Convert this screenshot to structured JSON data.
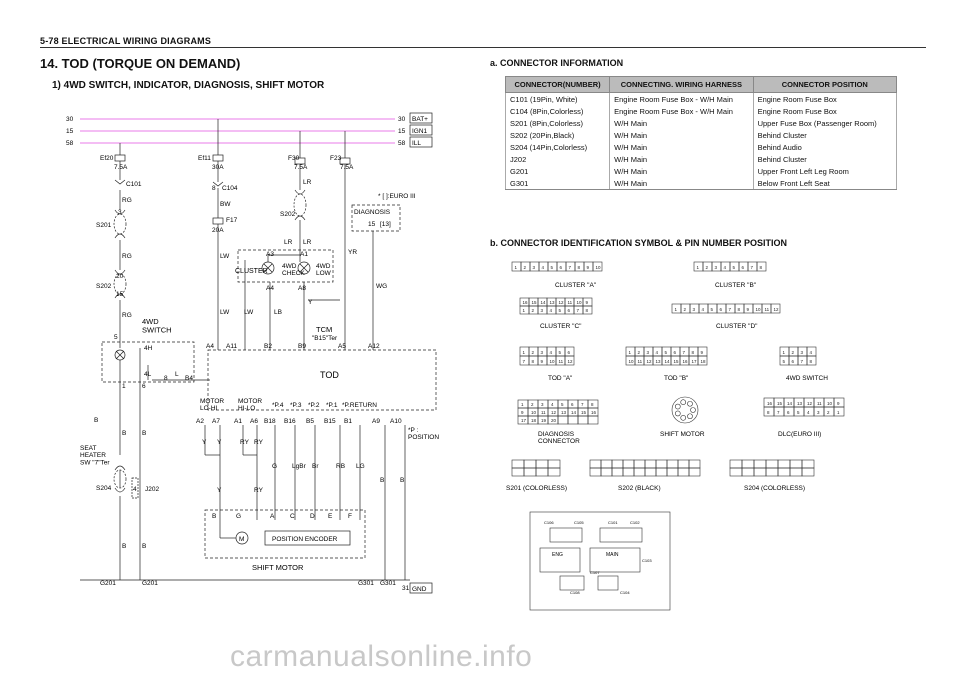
{
  "page_header": "5-78  ELECTRICAL WIRING DIAGRAMS",
  "section_title": "14.  TOD (TORQUE ON DEMAND)",
  "subtitle": "1)  4WD SWITCH, INDICATOR, DIAGNOSIS, SHIFT MOTOR",
  "power_lines": [
    {
      "num": "30",
      "name": "BAT+"
    },
    {
      "num": "15",
      "name": "IGN1"
    },
    {
      "num": "58",
      "name": "ILL"
    }
  ],
  "wiring": {
    "fuses": {
      "ef20": "Ef20",
      "ef20_amp": "7.5A",
      "ef11": "Ef11",
      "ef11_amp": "30A",
      "f17": "F17",
      "f17_amp": "20A",
      "f30": "F30",
      "f30_amp": "7.5A",
      "f23": "F23",
      "f23_amp": "7.5A"
    },
    "connectors": {
      "c101": "C101",
      "c104": "C104",
      "c104_pin": "8",
      "s201": "S201",
      "s202": "S202",
      "s202b": "S202",
      "s204": "S204",
      "j202": "J202",
      "pin_s201": "3",
      "pin_s202a": "20",
      "pin_s202b": "15",
      "pin_j202": "4"
    },
    "wire_colors": {
      "rg1": "RG",
      "rg2": "RG",
      "rg3": "RG",
      "bw": "BW",
      "lw1": "LW",
      "lw2": "LW",
      "lw3": "LW",
      "lr1": "LR",
      "lr2": "LR",
      "lr3": "LR",
      "lb": "LB",
      "y1": "Y",
      "yr": "YR",
      "wg": "WG",
      "b1": "B",
      "b2": "B",
      "b3": "B",
      "b4": "B",
      "b5": "B",
      "b6": "B",
      "b7": "B",
      "l": "L",
      "y2": "Y",
      "y3": "Y",
      "y4": "Y",
      "ry1": "RY",
      "ry2": "RY",
      "ry3": "RY",
      "g": "G",
      "lgbr": "LgBr",
      "br": "Br",
      "rb": "RB",
      "lg": "LG"
    },
    "cluster": {
      "label": "CLUSTER",
      "check": "4WD\nCHECK",
      "low": "4WD\nLOW",
      "a3": "A3",
      "a1": "A1",
      "a4": "A4",
      "a8": "A8"
    },
    "diagnosis": {
      "note": "* [ ]:EURO III",
      "label": "DIAGNOSIS",
      "pin": "15",
      "pin_euro": "[13]",
      "tcm": "TCM",
      "tcm_note": "\"B15\"Ter"
    },
    "switch": {
      "label": "4WD\nSWITCH",
      "pin5": "5",
      "h4": "4H",
      "l4": "4L",
      "pin1": "1",
      "pin6": "6",
      "pin8": "8",
      "b4": "B4"
    },
    "tod": {
      "label": "TOD",
      "top_pins": [
        "A4",
        "A11",
        "B2",
        "B9",
        "A5",
        "A12"
      ],
      "motor_lohi": "MOTOR\nLO-HI",
      "motor_hilo": "MOTOR\nHI-LO",
      "p4": "*P.4",
      "p3": "*P.3",
      "p2": "*P.2",
      "p1": "*P.1",
      "pret": "*P.RETURN",
      "bottom_pins": [
        "A2",
        "A7",
        "A1",
        "A6",
        "B18",
        "B16",
        "B5",
        "B15",
        "B1",
        "A9",
        "A10"
      ],
      "pos_note": "*P :\nPOSITION"
    },
    "seat": "SEAT\nHEATER\nSW \"7\"Ter",
    "motor": {
      "pins": [
        "B",
        "G",
        "A",
        "C",
        "D",
        "E",
        "F"
      ],
      "m": "M",
      "encoder": "POSITION ENCODER",
      "label": "SHIFT MOTOR"
    },
    "grounds": {
      "line": "31",
      "g201a": "G201",
      "g201b": "G201",
      "g301a": "G301",
      "g301b": "G301",
      "line_r": "31",
      "gnd": "GND"
    }
  },
  "connector_info": {
    "title": "a.  CONNECTOR  INFORMATION",
    "headers": [
      "CONNECTOR(NUMBER)",
      "CONNECTING. WIRING HARNESS",
      "CONNECTOR POSITION"
    ],
    "rows": [
      [
        "C101 (19Pin, White)",
        "Engine Room Fuse Box - W/H Main",
        "Engine Room Fuse Box"
      ],
      [
        "C104 (8Pin,Colorless)",
        "Engine Room Fuse Box - W/H Main",
        "Engine Room Fuse Box"
      ],
      [
        "S201 (8Pin,Colorless)",
        "W/H Main",
        "Upper Fuse Box (Passenger Room)"
      ],
      [
        "S202 (20Pin,Black)",
        "W/H Main",
        "Behind Cluster"
      ],
      [
        "S204 (14Pin,Colorless)",
        "W/H Main",
        "Behind Audio"
      ],
      [
        "J202",
        "W/H Main",
        "Behind Cluster"
      ],
      [
        "G201",
        "W/H Main",
        "Upper Front Left Leg Room"
      ],
      [
        "G301",
        "W/H Main",
        "Below Front Left Seat"
      ]
    ]
  },
  "connector_ids": {
    "title": "b.  CONNECTOR  IDENTIFICATION  SYMBOL  &  PIN  NUMBER  POSITION",
    "cluster_a": "CLUSTER \"A\"",
    "cluster_b": "CLUSTER \"B\"",
    "cluster_c": "CLUSTER \"C\"",
    "cluster_d": "CLUSTER \"D\"",
    "tod_a": "TOD \"A\"",
    "tod_b": "TOD \"B\"",
    "switch_4wd": "4WD  SWITCH",
    "diag": "DIAGNOSIS\nCONNECTOR",
    "shift_motor": "SHIFT MOTOR",
    "dlc": "DLC(EURO  III)",
    "s201": "S201  (COLORLESS)",
    "s202": "S202  (BLACK)",
    "s204": "S204  (COLORLESS)",
    "fusebox": {
      "eng": "ENG",
      "main": "MAIN",
      "c101": "C101",
      "c102": "C102",
      "c103": "C103",
      "c104": "C104",
      "c105": "C105",
      "c106": "C106",
      "c107": "C107",
      "c108": "C108"
    }
  },
  "watermark": "carmanualsonline.info",
  "colors": {
    "power_line": "#e14fe0",
    "text": "#111111",
    "table_header": "#bbbbbb"
  }
}
